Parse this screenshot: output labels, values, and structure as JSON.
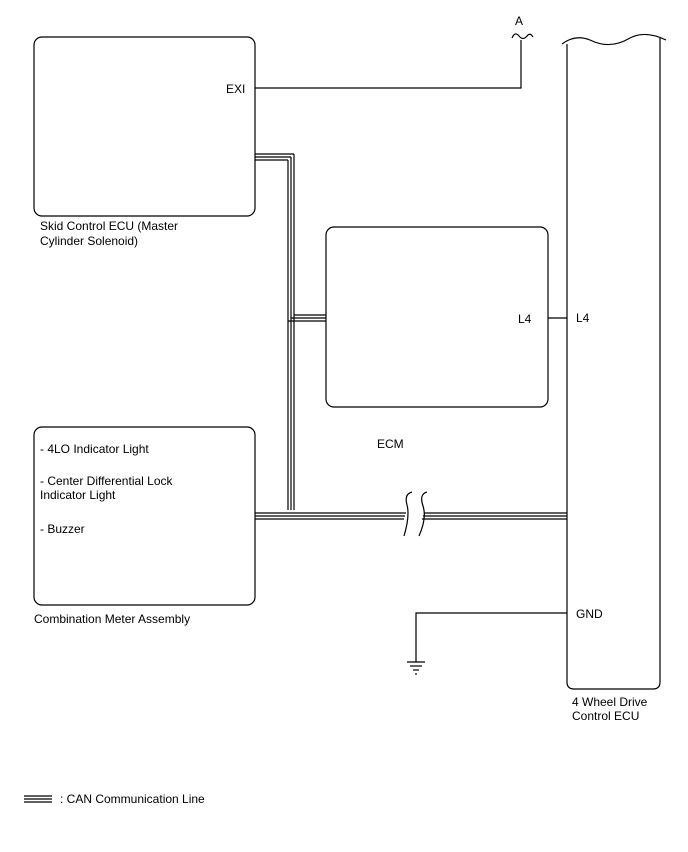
{
  "labels": {
    "connector_a": "A",
    "skid_ecu_pin": "EXI",
    "skid_ecu_name_1": "Skid Control ECU (Master",
    "skid_ecu_name_2": "Cylinder Solenoid)",
    "ecm_pin": "L4",
    "ecm_name": "ECM",
    "fwd_ecu_pin_l4": "L4",
    "fwd_ecu_pin_gnd": "GND",
    "fwd_ecu_name_1": "4 Wheel Drive",
    "fwd_ecu_name_2": "Control ECU",
    "meter_item_1": "- 4LO Indicator Light",
    "meter_item_2a": "- Center Differential Lock",
    "meter_item_2b": "Indicator Light",
    "meter_item_3": "- Buzzer",
    "meter_name": "Combination Meter Assembly",
    "legend_can": ": CAN Communication Line"
  }
}
